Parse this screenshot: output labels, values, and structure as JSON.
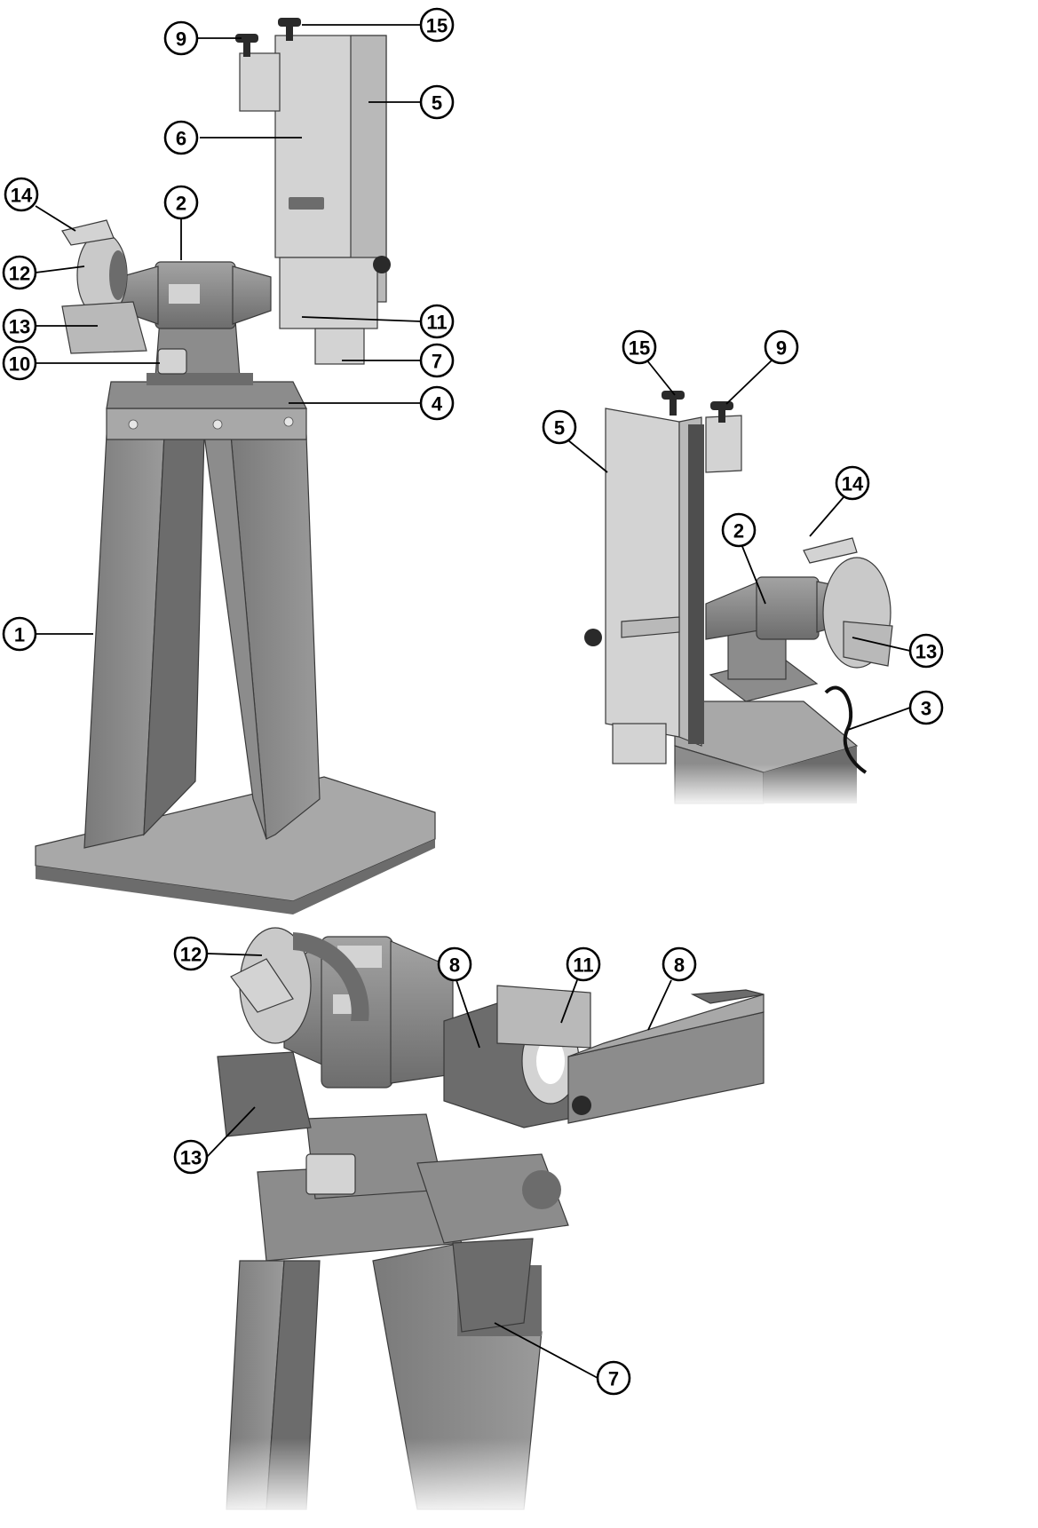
{
  "figures": [
    {
      "id": "front-view",
      "callouts": [
        {
          "label": "9"
        },
        {
          "label": "15"
        },
        {
          "label": "5"
        },
        {
          "label": "6"
        },
        {
          "label": "14"
        },
        {
          "label": "2"
        },
        {
          "label": "12"
        },
        {
          "label": "13"
        },
        {
          "label": "11"
        },
        {
          "label": "10"
        },
        {
          "label": "7"
        },
        {
          "label": "4"
        },
        {
          "label": "1"
        }
      ]
    },
    {
      "id": "rear-view",
      "callouts": [
        {
          "label": "15"
        },
        {
          "label": "9"
        },
        {
          "label": "5"
        },
        {
          "label": "14"
        },
        {
          "label": "2"
        },
        {
          "label": "13"
        },
        {
          "label": "3"
        }
      ]
    },
    {
      "id": "horizontal-belt-view",
      "callouts": [
        {
          "label": "8"
        },
        {
          "label": "11"
        },
        {
          "label": "8"
        },
        {
          "label": "12"
        },
        {
          "label": "13"
        },
        {
          "label": "7"
        }
      ]
    }
  ]
}
